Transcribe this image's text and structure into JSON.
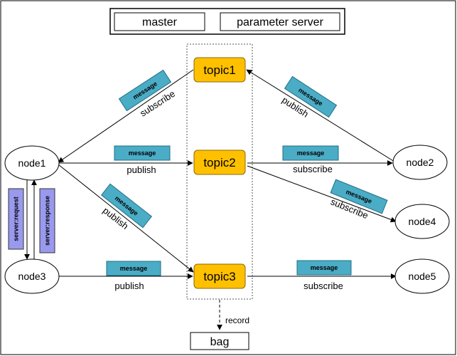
{
  "header": {
    "master_label": "master",
    "param_server_label": "parameter server"
  },
  "topics": {
    "topic1": "topic1",
    "topic2": "topic2",
    "topic3": "topic3"
  },
  "nodes": {
    "node1": "node1",
    "node2": "node2",
    "node3": "node3",
    "node4": "node4",
    "node5": "node5"
  },
  "message_label": "message",
  "actions": {
    "subscribe": "subscribe",
    "publish": "publish",
    "record": "record"
  },
  "service": {
    "request": "server:request",
    "response": "server:response"
  },
  "bag_label": "bag",
  "colors": {
    "topic_fill": "#FFC000",
    "message_fill": "#4BACC6",
    "service_fill": "#9999EE",
    "line": "#000000"
  }
}
